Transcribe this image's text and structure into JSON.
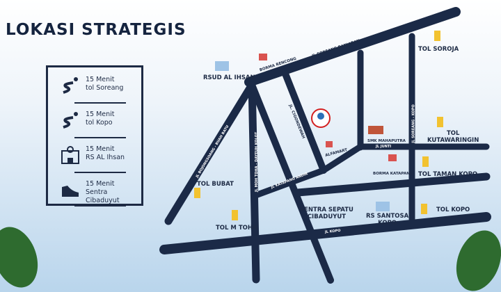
{
  "title": "LOKASI STRATEGIS",
  "panel": [
    {
      "icon": "road-pin-icon",
      "line1": "15 Menit",
      "line2": "tol Soreang"
    },
    {
      "icon": "road-pin-icon",
      "line1": "15 Menit",
      "line2": "tol Kopo"
    },
    {
      "icon": "hospital-icon",
      "line1": "15 Menit",
      "line2": "RS AL Ihsan"
    },
    {
      "icon": "shoe-icon",
      "line1": "15 Menit",
      "line2": "Sentra Cibaduyut"
    }
  ],
  "places": {
    "rsud": "RSUD AL IHSAN",
    "borma_rencong": "BORMA RENCONG",
    "tol_soroja": "TOL SOROJA",
    "tol_kutawaringin_1": "TOL",
    "tol_kutawaringin_2": "KUTAWARINGIN",
    "smk": "SMK MAHAPUTRA",
    "alfamart": "ALFAMART",
    "borma_katapang": "BORMA KATAPANG",
    "tol_taman_kopo": "TOL TAMAN KOPO",
    "tol_kopo": "TOL KOPO",
    "rs_santosa_1": "RS SANTOSA",
    "rs_santosa_2": "KOPO",
    "sentra_1": "SENTRA SEPATU",
    "sentra_2": "CIBADUYUT",
    "tol_bubat": "TOL BUBAT",
    "tol_mtoha": "TOL M TOHA"
  },
  "roads": {
    "soreang_banjaran": "JL SOREANG BANJARAN",
    "cigondewah": "JL. CIGONDEWAH",
    "soreang_kopo": "JL SOREANG - KOPO",
    "junti": "JL JUNTI",
    "bojongsoang": "JL BOJONGSOANG - BUAH BATU",
    "moh_toha": "JL MOH TOHA - DAYEUH KOLOT",
    "katapang_andir": "JL KATAPANG ANDIR",
    "kopo": "JL KOPO"
  },
  "colors": {
    "road": "#1b2a47",
    "accent": "#f2c230"
  }
}
